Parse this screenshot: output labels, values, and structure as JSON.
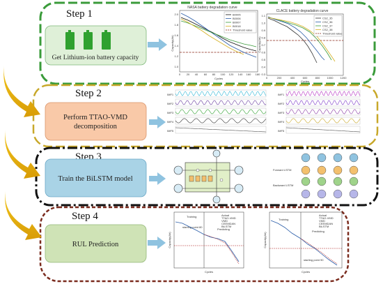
{
  "steps": [
    {
      "title": "Step 1",
      "box_label": "Get Lithium-ion battery capacity",
      "charts": [
        {
          "title": "NASA battery degradation curve",
          "ylabel": "Capacity(Ah)",
          "xlabel": "Cycles",
          "yticks": [
            "2.0",
            "1.8",
            "1.6",
            "1.4",
            "1.2",
            "1.0"
          ],
          "xticks": [
            "0",
            "20",
            "40",
            "60",
            "80",
            "100",
            "120",
            "140",
            "160",
            "180"
          ],
          "legend": [
            "B0005",
            "B0006",
            "B0007",
            "B0018",
            "Threshold value"
          ]
        },
        {
          "title": "CLACE battery degradation curve",
          "ylabel": "Capacity(Ah)",
          "xlabel": "Cycles",
          "yticks": [
            "1.1",
            "1.0",
            "0.9",
            "0.8",
            "0.7",
            "0.6",
            "0.5",
            "0.4",
            "0.3"
          ],
          "xticks": [
            "0",
            "200",
            "400",
            "600",
            "800",
            "1000",
            "1200"
          ],
          "legend": [
            "CS2_35",
            "CS2_36",
            "CS2_37",
            "CS2_38",
            "Threshold value"
          ]
        }
      ]
    },
    {
      "title": "Step 2",
      "box_label_line1": "Perform TTAO-VMD",
      "box_label_line2": "decomposition",
      "imf_labels_left": [
        "IMF1",
        "IMF2",
        "IMF3",
        "IMF4",
        "IMF5"
      ],
      "imf_labels_right": [
        "IMF1",
        "IMF2",
        "IMF3",
        "IMF4",
        "IMF5"
      ]
    },
    {
      "title": "Step 3",
      "box_label": "Train the BiLSTM model",
      "forward_label": "Forward LSTM",
      "backward_label": "Backward LSTM"
    },
    {
      "title": "Step 4",
      "box_label": "RUL Prediction",
      "charts": [
        {
          "ylabel": "Capacity(Ah)",
          "xlabel": "Cycles",
          "training_label": "Training",
          "predicting_label": "Predicting",
          "starting_point": "starting point 80",
          "legend": [
            "Actual",
            "TTAO-VMD",
            "VMD",
            "CEEMDAN",
            "BiLSTM",
            "TTAO-VMD-BiLSTM"
          ]
        },
        {
          "ylabel": "Capacity(Ah)",
          "xlabel": "Cycles",
          "training_label": "Training",
          "predicting_label": "Predicting",
          "starting_point": "starting point 90",
          "legend": [
            "Actual",
            "TTAO-VMD",
            "VMD",
            "CEEMDAN",
            "BiLSTM",
            "TTAO-VMD-BiLSTM"
          ]
        }
      ]
    }
  ],
  "colors": {
    "green_frame": "#3a9b3a",
    "gold_frame": "#c8a82a",
    "black_frame": "#111111",
    "brown_frame": "#7a2b1e",
    "step1_box": "#dff0d8",
    "step2_box": "#f9c9a8",
    "step3_box": "#a9d3e6",
    "step4_box": "#cfe3b6",
    "arrow_gold": "#e8b60c",
    "arrow_blue": "#8fc3e0",
    "battery_green": "#2fa12f"
  },
  "icons": [
    "battery-icon",
    "curved-arrow-icon",
    "right-arrow-icon"
  ]
}
